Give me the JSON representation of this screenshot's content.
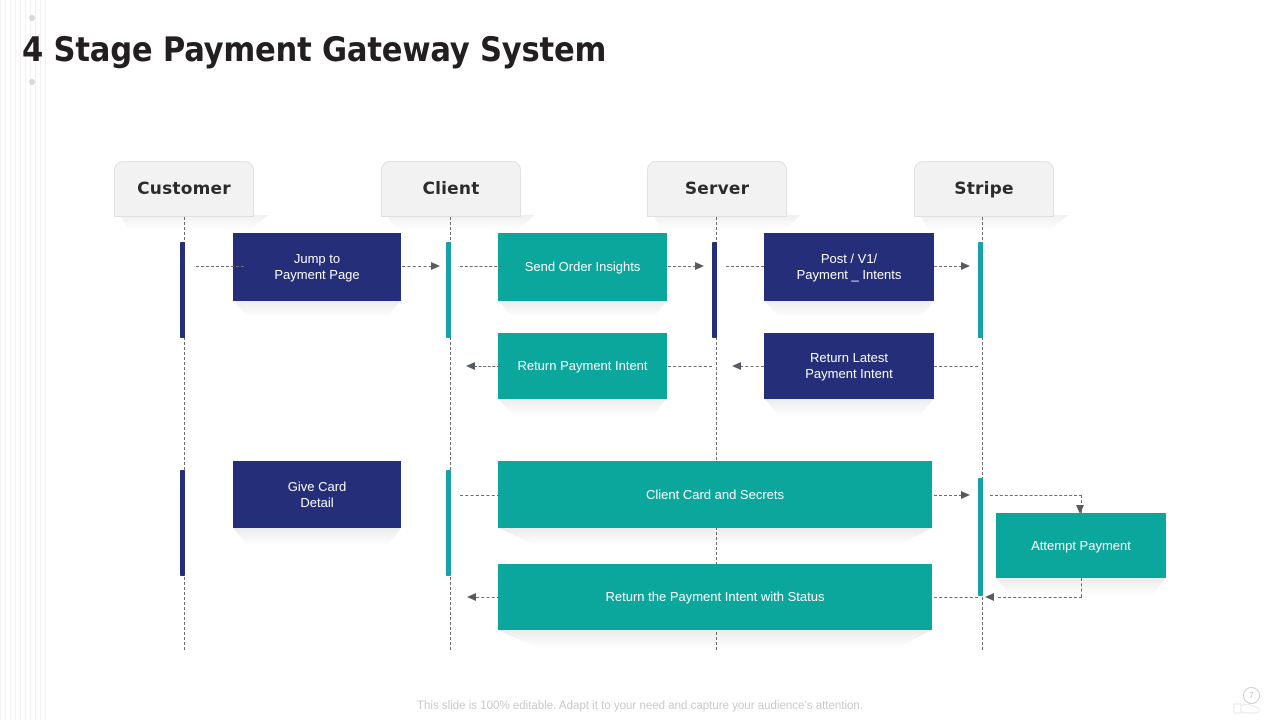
{
  "slide": {
    "title": "4 Stage Payment Gateway System",
    "footer_note": "This slide is 100% editable. Adapt it to your need and capture your audience’s attention.",
    "page_number": "7",
    "colors": {
      "navy": "#242e79",
      "teal": "#0ba79d",
      "activation_teal": "#17a2a8",
      "actor_fill": "#f2f2f2",
      "line": "#6d6d6d",
      "title_text": "#231f20",
      "footer_text": "#c9c9c9"
    }
  },
  "actors": [
    {
      "id": "customer",
      "label": "Customer"
    },
    {
      "id": "client",
      "label": "Client"
    },
    {
      "id": "server",
      "label": "Server"
    },
    {
      "id": "stripe",
      "label": "Stripe"
    }
  ],
  "messages": [
    {
      "id": "jump-to-payment-page",
      "label": "Jump to\nPayment Page",
      "color": "navy"
    },
    {
      "id": "send-order-insights",
      "label": "Send Order Insights",
      "color": "teal"
    },
    {
      "id": "post-v1-payment-intents",
      "label": "Post / V1/\nPayment _ Intents",
      "color": "navy"
    },
    {
      "id": "return-payment-intent",
      "label": "Return Payment Intent",
      "color": "teal"
    },
    {
      "id": "return-latest-payment-intent",
      "label": "Return Latest\nPayment Intent",
      "color": "navy"
    },
    {
      "id": "give-card-detail",
      "label": "Give Card\nDetail",
      "color": "navy"
    },
    {
      "id": "client-card-and-secrets",
      "label": "Client Card and Secrets",
      "color": "teal"
    },
    {
      "id": "attempt-payment",
      "label": "Attempt Payment",
      "color": "teal"
    },
    {
      "id": "return-payment-intent-with-status",
      "label": "Return the Payment Intent with Status",
      "color": "teal"
    }
  ],
  "icons": {
    "page_badge": "page-number-badge",
    "hand": "hand-pointer-icon"
  }
}
